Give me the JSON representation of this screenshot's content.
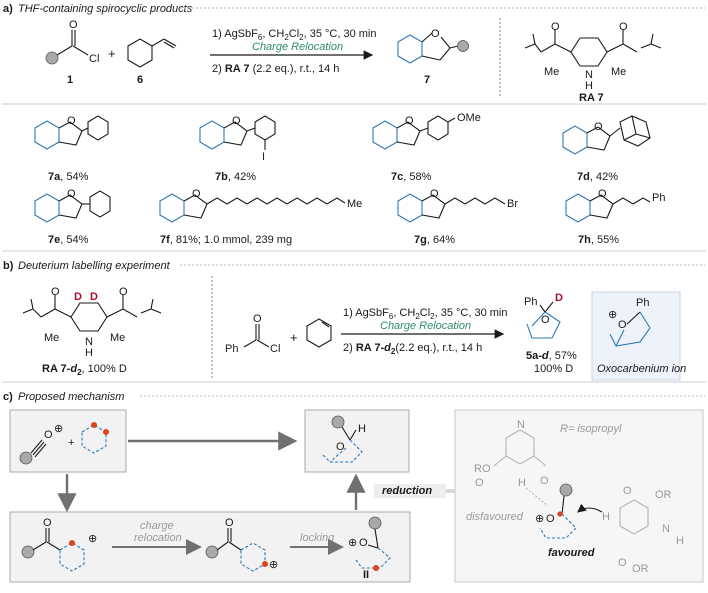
{
  "sections": {
    "a": {
      "letter": "a)",
      "title": "THF-containing spirocyclic products"
    },
    "b": {
      "letter": "b)",
      "title": "Deuterium labelling experiment"
    },
    "c": {
      "letter": "c)",
      "title": "Proposed mechanism"
    }
  },
  "scheme_a": {
    "reagent_cl": "Cl",
    "plus": "+",
    "label_1": "1",
    "label_6": "6",
    "label_7": "7",
    "cond1": "1) AgSbF",
    "cond1_sub": "6",
    "cond1_rest": ", CH",
    "cond1_sub2": "2",
    "cond1_cl": "Cl",
    "cond1_sub3": "2",
    "cond1_end": ", 35 °C, 30 min",
    "charge_relocation": "Charge Relocation",
    "cond2_num": "2)",
    "cond2_bold": "RA 7",
    "cond2_rest": "(2.2 eq.), r.t., 14 h",
    "ra7_label": "RA 7",
    "me1": "Me",
    "me2": "Me",
    "nh_n": "N",
    "nh_h": "H",
    "o_ring": "O"
  },
  "products": [
    {
      "id": "7a",
      "text": ", 54%"
    },
    {
      "id": "7b",
      "text": ", 42%",
      "sub": "I"
    },
    {
      "id": "7c",
      "text": ", 58%",
      "sub": "OMe"
    },
    {
      "id": "7d",
      "text": ", 42%"
    },
    {
      "id": "7e",
      "text": ", 54%"
    },
    {
      "id": "7f",
      "text": ", 81%; 1.0 mmol, 239 mg",
      "sub": "Me"
    },
    {
      "id": "7g",
      "text": ", 64%",
      "sub": "Br"
    },
    {
      "id": "7h",
      "text": ", 55%",
      "sub": "Ph"
    }
  ],
  "scheme_b": {
    "d1": "D",
    "d2": "D",
    "me1": "Me",
    "me2": "Me",
    "n": "N",
    "h": "H",
    "ra_label": "RA 7-",
    "ra_sub": "d",
    "ra_sub2": "2",
    "ra_pct": ", 100% D",
    "ph": "Ph",
    "cl": "Cl",
    "plus": "+",
    "cond1": "1) AgSbF",
    "cond1_sub": "6",
    "cond1_rest": ", CH",
    "cond1_sub2": "2",
    "cond1_cl": "Cl",
    "cond1_sub3": "2",
    "cond1_end": ", 35 °C, 30 min",
    "charge_relocation": "Charge Relocation",
    "cond2_num": "2)",
    "cond2_bold": "RA 7-",
    "cond2_sub": "d",
    "cond2_sub2": "2",
    "cond2_rest": "(2.2 eq.), r.t., 14 h",
    "prod_ph": "Ph",
    "prod_d": "D",
    "prod_label": "5a-",
    "prod_label_i": "d",
    "prod_pct": ", 57%",
    "prod_d_pct": "100% D",
    "oxo_label": "Oxocarbenium ion",
    "oxo_ph": "Ph",
    "oxo_o": "O",
    "oxo_plus": "⊕"
  },
  "scheme_c": {
    "plus_sign": "+",
    "plus_charge": "⊕",
    "charge_relocation_1": "charge",
    "charge_relocation_2": "relocation",
    "locking": "locking",
    "reduction": "reduction",
    "roman_ii": "II",
    "h": "H",
    "o": "O",
    "r_note": "R= isopropyl",
    "disfavoured": "disfavoured",
    "favoured": "favoured",
    "ro": "RO",
    "or": "OR",
    "o1": "O",
    "o2": "O",
    "h_grey": "H",
    "n_h": "N",
    "h_n": "H"
  },
  "colors": {
    "ring_blue": "#2f78b7",
    "accent_red": "#d9451f",
    "green_text": "#2e8b6e",
    "deuterium": "#a8112e",
    "grey_box": "#ababab",
    "panel_grey": "#f2f2f2"
  }
}
